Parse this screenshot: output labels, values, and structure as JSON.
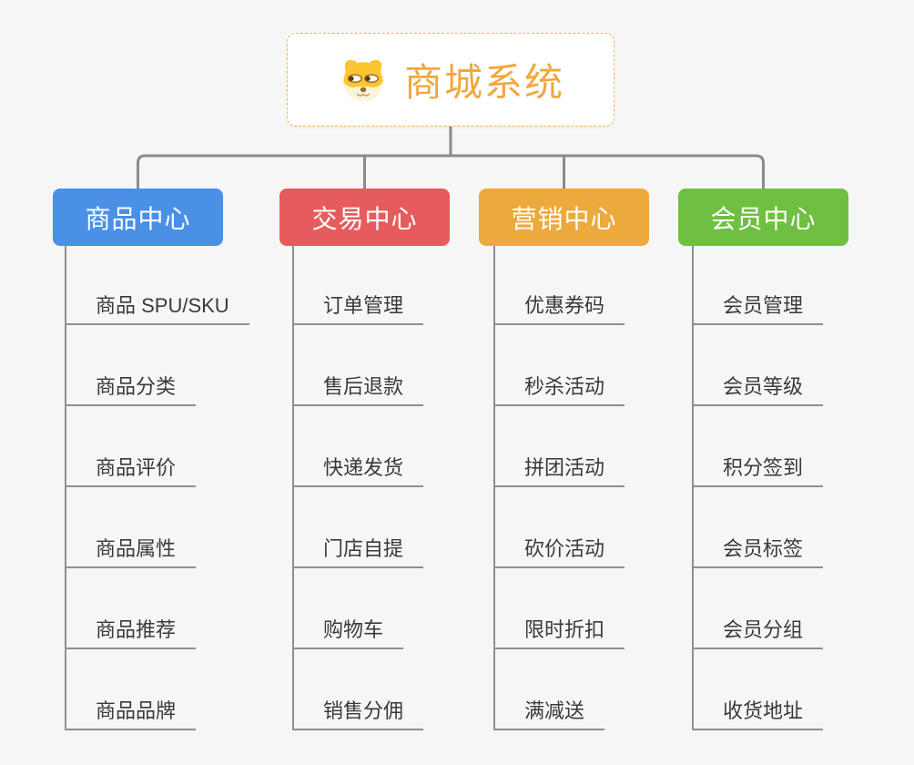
{
  "root": {
    "title": "商城系统",
    "icon": "shiba-dog-icon"
  },
  "colors": {
    "background": "#f6f6f6",
    "connector": "#8a8a8a",
    "underline": "#8f8f8f",
    "root_accent": "#f0a83e",
    "root_border": "#f1b45c",
    "leaf_text": "#3a3a3a"
  },
  "branches": [
    {
      "label": "商品中心",
      "color": "#4a90e6",
      "items": [
        "商品 SPU/SKU",
        "商品分类",
        "商品评价",
        "商品属性",
        "商品推荐",
        "商品品牌"
      ]
    },
    {
      "label": "交易中心",
      "color": "#e65c5c",
      "items": [
        "订单管理",
        "售后退款",
        "快递发货",
        "门店自提",
        "购物车",
        "销售分佣"
      ]
    },
    {
      "label": "营销中心",
      "color": "#ecaa3d",
      "items": [
        "优惠券码",
        "秒杀活动",
        "拼团活动",
        "砍价活动",
        "限时折扣",
        "满减送"
      ]
    },
    {
      "label": "会员中心",
      "color": "#6fc041",
      "items": [
        "会员管理",
        "会员等级",
        "积分签到",
        "会员标签",
        "会员分组",
        "收货地址"
      ]
    }
  ]
}
